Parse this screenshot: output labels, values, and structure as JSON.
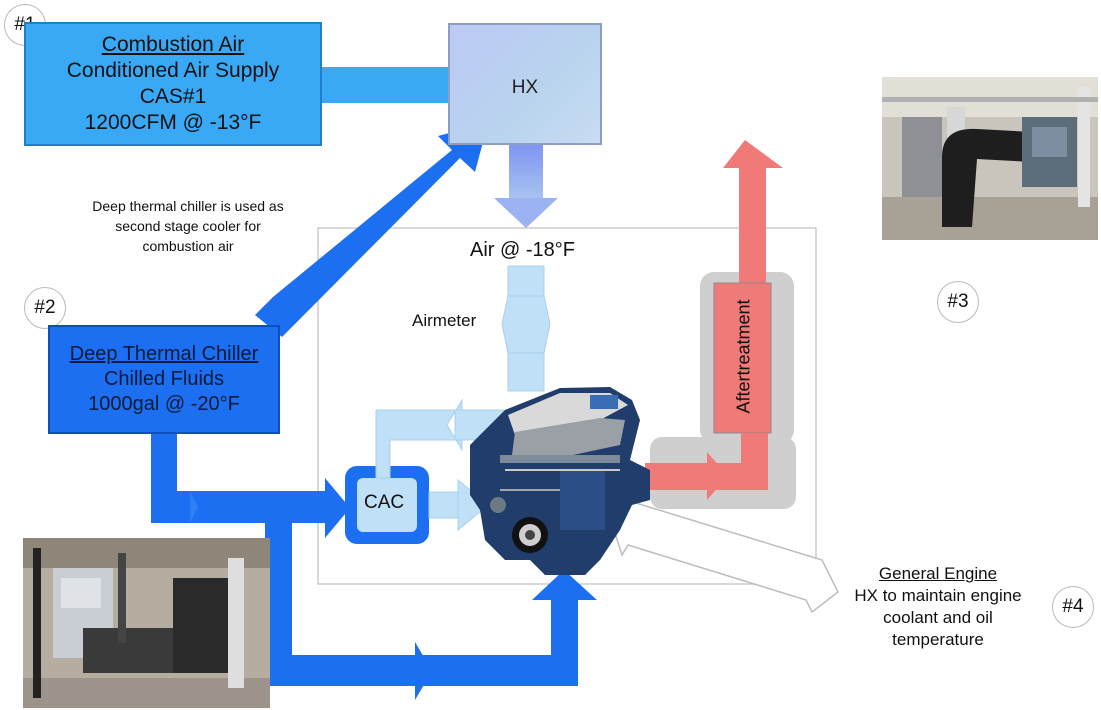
{
  "badges": {
    "b1": "#1",
    "b2": "#2",
    "b3": "#3",
    "b4": "#4"
  },
  "combustion_air": {
    "title": "Combustion Air",
    "line1": "Conditioned Air Supply",
    "line2": "CAS#1",
    "line3": "1200CFM @ -13°F"
  },
  "hx_label": "HX",
  "chiller_note": {
    "line1": "Deep thermal chiller is used as",
    "line2": "second stage cooler for",
    "line3": "combustion air"
  },
  "deep_thermal_chiller": {
    "title": "Deep Thermal Chiller",
    "line1": "Chilled Fluids",
    "line2": "1000gal @ -20°F"
  },
  "air_label": "Air @ -18°F",
  "airmeter_label": "Airmeter",
  "cac_label": "CAC",
  "aftertreatment_label": "Aftertreatment",
  "general_engine": {
    "title": "General Engine",
    "line1": "HX to maintain engine",
    "line2": "coolant and oil",
    "line3": "temperature"
  },
  "colors": {
    "air_blue": "#39a9f5",
    "chiller_blue": "#1b6ff0",
    "light_air": "#bfe0f7",
    "exhaust_red": "#f07a78",
    "aftertreatment_grey": "#cfcfcf"
  },
  "icons": {
    "engine": "engine-icon",
    "chiller_photo": "chiller-photo",
    "cas_photo": "cas-photo"
  }
}
